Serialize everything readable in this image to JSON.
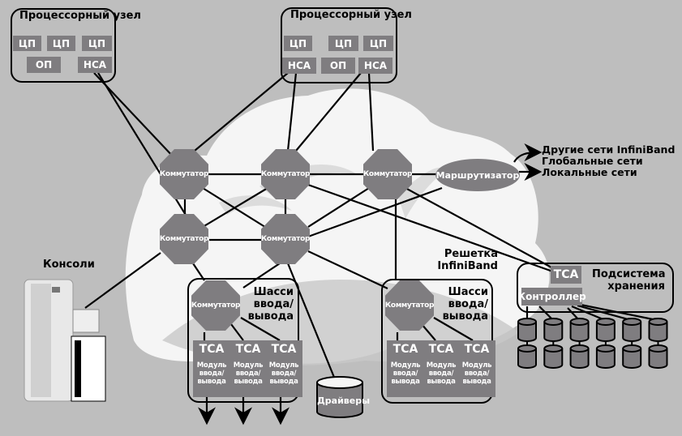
{
  "colors": {
    "background": "#bebebe",
    "cloud": "#f5f5f5",
    "cloud_shadow": "#dcdcdc",
    "node_fill": "#7f7d80",
    "line": "#000000",
    "node_text": "#ffffff"
  },
  "processor_nodes": [
    {
      "title": "Процессорный узел",
      "cpus": [
        "ЦП",
        "ЦП",
        "ЦП"
      ],
      "memory": "ОП",
      "adapters": [
        "НСА"
      ]
    },
    {
      "title": "Процессорный узел",
      "cpus": [
        "ЦП",
        "ЦП",
        "ЦП"
      ],
      "memory": "ОП",
      "adapters": [
        "НСА",
        "НСА"
      ]
    }
  ],
  "switch_label": "Коммутатор",
  "router": {
    "label": "Маршрутизатор"
  },
  "external_networks": [
    "Другие сети InfiniBand",
    "Глобальные сети",
    "Локальные сети"
  ],
  "fabric_label": "Решетка InfiniBand",
  "consoles_label": "Консоли",
  "io_chassis": [
    {
      "title": "Шасси ввода/ вывода",
      "switch": "Коммутатор",
      "modules": [
        {
          "adapter": "ТСА",
          "label": "Модуль ввода/ вывода"
        },
        {
          "adapter": "ТСА",
          "label": "Модуль ввода/ вывода"
        },
        {
          "adapter": "ТСА",
          "label": "Модуль ввода/ вывода"
        }
      ]
    },
    {
      "title": "Шасси ввода/ вывода",
      "switch": "Коммутатор",
      "modules": [
        {
          "adapter": "ТСА",
          "label": "Модуль ввода/ вывода"
        },
        {
          "adapter": "ТСА",
          "label": "Модуль ввода/ вывода"
        },
        {
          "adapter": "ТСА",
          "label": "Модуль ввода/ вывода"
        }
      ]
    }
  ],
  "drivers_label": "Драйверы",
  "storage": {
    "title": "Подсистема хранения",
    "adapter": "ТСА",
    "controller": "Контроллер",
    "disk_count": 12
  }
}
